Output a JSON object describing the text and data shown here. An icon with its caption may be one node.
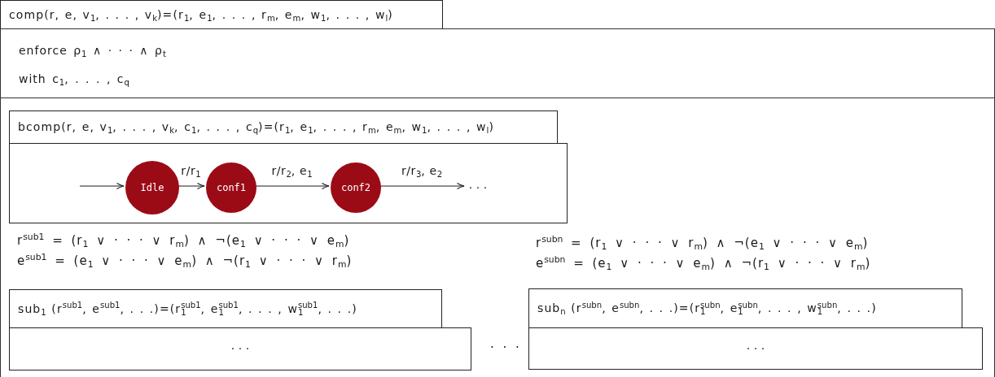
{
  "diagram": {
    "nodes": [
      {
        "text": [
          "comp(r, e, v$_{1}$, . . . , v$_{k}$)=(r$_{1}$, e$_{1}$, . . . , r$_{m}$, e$_{m}$, w$_{1}$, . . . , w$_{l}$)"
        ]
      },
      {
        "text": [
          "enforce ρ$_{1}$ ∧ · · · ∧ ρ$_{t}$",
          "with c$_{1}$, . . . , c$_{q}$"
        ]
      },
      {
        "text": [
          "r$^{sub1}$ = (r$_{1}$ ∨ · · · ∨ r$_{m}$) ∧ ¬(e$_{1}$ ∨ · · · ∨ e$_{m}$)",
          "e$^{sub1}$ = (e$_{1}$ ∨ · · · ∨ e$_{m}$) ∧ ¬(r$_{1}$ ∨ · · · ∨ r$_{m}$)",
          "r$^{subn}$ = (r$_{1}$ ∨ · · · ∨ r$_{m}$) ∧ ¬(e$_{1}$ ∨ · · · ∨ e$_{m}$)",
          "e$^{subn}$ = (e$_{1}$ ∨ · · · ∨ e$_{m}$) ∧ ¬(r$_{1}$ ∨ · · · ∨ r$_{m}$)",
          "· · ·"
        ]
      },
      {
        "text": [
          "bcomp(r, e, v$_{1}$, . . . , v$_{k}$, c$_{1}$, . . . , c$_{q}$)=(r$_{1}$, e$_{1}$, . . . , r$_{m}$, e$_{m}$, w$_{1}$, . . . , w$_{l}$)"
        ],
        "in": 2
      },
      {
        "text": [],
        "shape": "box",
        "in": 2
      },
      {
        "text": [
          "Idle"
        ],
        "in": 4
      },
      {
        "text": [
          "conf1"
        ],
        "in": 4
      },
      {
        "text": [
          "conf2"
        ],
        "in": 4
      },
      {
        "text": [
          "· · ·"
        ],
        "in": 4
      },
      {
        "text": [
          "sub$_{1}$ (r$^{sub1}$, e$^{sub1}$, . . .)=(r$_{1}$$^{sub1}$, e$_{1}$$^{sub1}$, . . . , w$_{1}$$^{sub1}$, . . .)"
        ],
        "in": 2
      },
      {
        "text": [
          "· · ·"
        ],
        "in": 2
      },
      {
        "text": [
          "sub$_{n}$ (r$^{subn}$, e$^{subn}$, . . .)=(r$_{1}$$^{subn}$, e$_{1}$$^{subn}$, . . . , w$_{1}$$^{subn}$, . . .)"
        ],
        "in": 2
      },
      {
        "text": [
          "· · ·"
        ],
        "in": 2
      }
    ],
    "edges": [
      {
        "from": null,
        "to": 5,
        "arrow": "to"
      },
      {
        "from": 5,
        "to": 6,
        "label": "r/r$_{1}$",
        "arrow": "to"
      },
      {
        "from": 6,
        "to": 7,
        "label": "r/r$_{2}$, e$_{1}$",
        "arrow": "to"
      },
      {
        "from": 7,
        "to": 8,
        "label": "r/r$_{3}$, e$_{2}$",
        "arrow": "to"
      }
    ]
  }
}
